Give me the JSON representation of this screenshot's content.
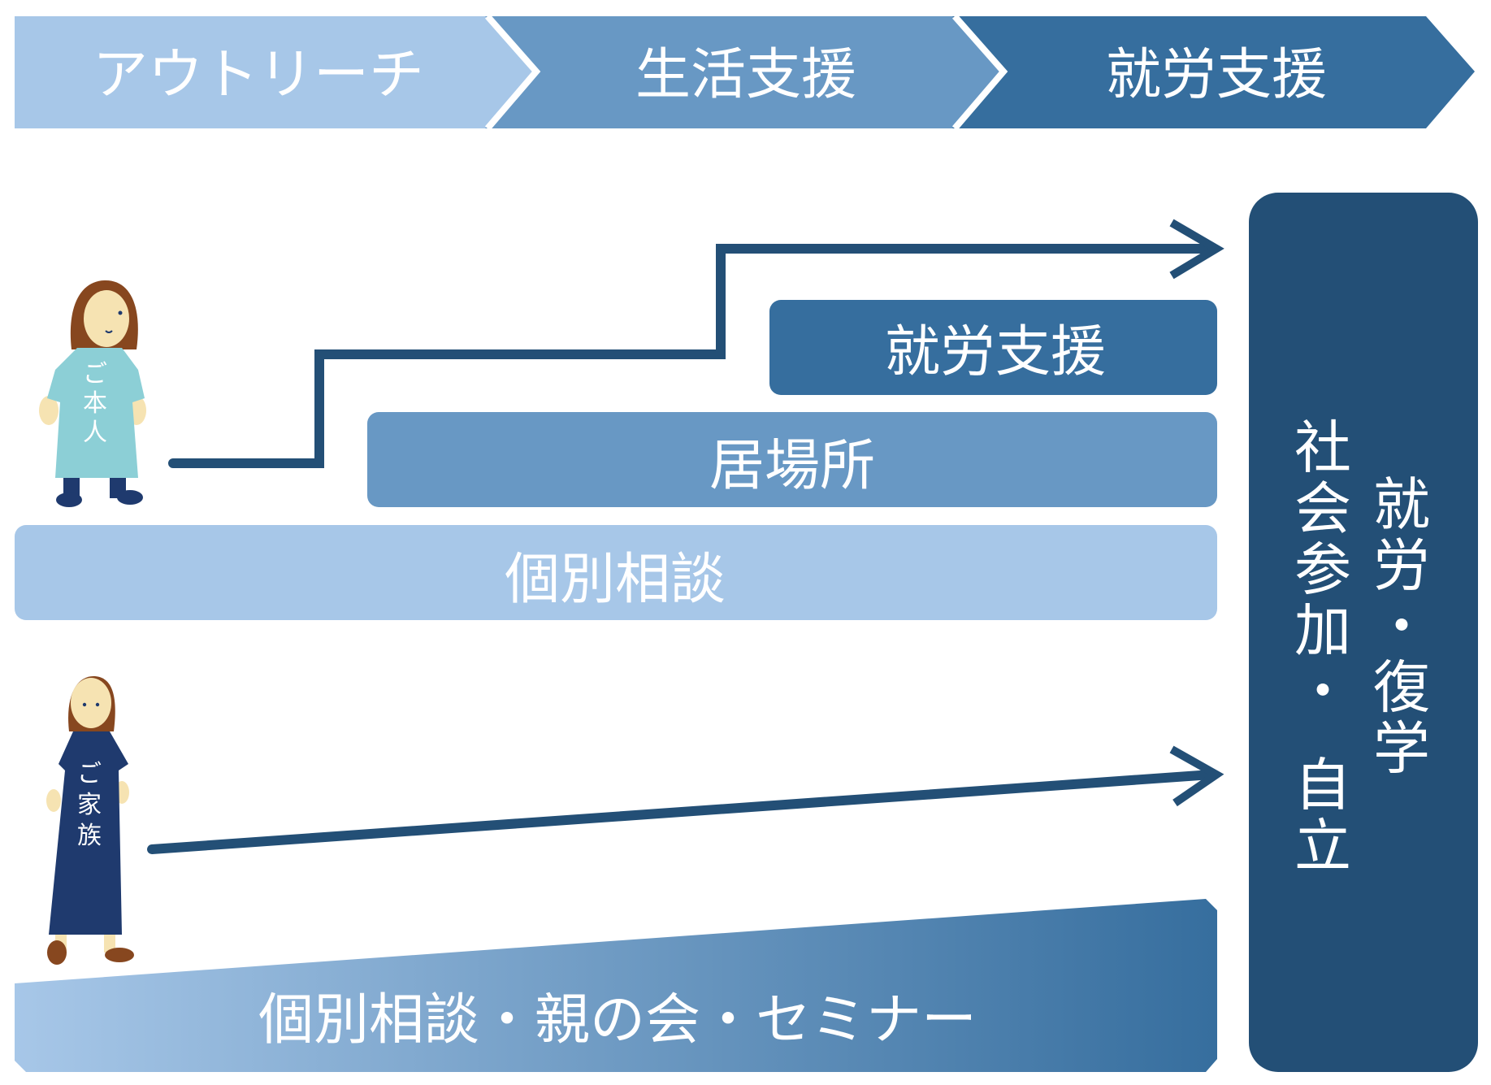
{
  "header_steps": [
    {
      "label": "アウトリーチ"
    },
    {
      "label": "生活支援"
    },
    {
      "label": "就労支援"
    }
  ],
  "person_self": {
    "label_lines": [
      "ご",
      "本",
      "人"
    ]
  },
  "person_family": {
    "label_lines": [
      "ご",
      "家",
      "族"
    ]
  },
  "bars": {
    "employment_support": "就労支援",
    "ibasho": "居場所",
    "individual_consultation": "個別相談",
    "family_programs": "個別相談・親の会・セミナー"
  },
  "goal": {
    "column_right": [
      "就",
      "労",
      "・",
      "復",
      "学"
    ],
    "column_left": [
      "社",
      "会",
      "参",
      "加",
      "・",
      "自",
      "立"
    ]
  },
  "colors": {
    "light": "#a7c7e8",
    "mid": "#6898c4",
    "dark": "#366e9e",
    "darkest": "#234f76",
    "skin": "#f6e3b2",
    "hair": "#87471f",
    "shirt_self": "#8ccfd6",
    "dress_family": "#1f3a6e"
  }
}
